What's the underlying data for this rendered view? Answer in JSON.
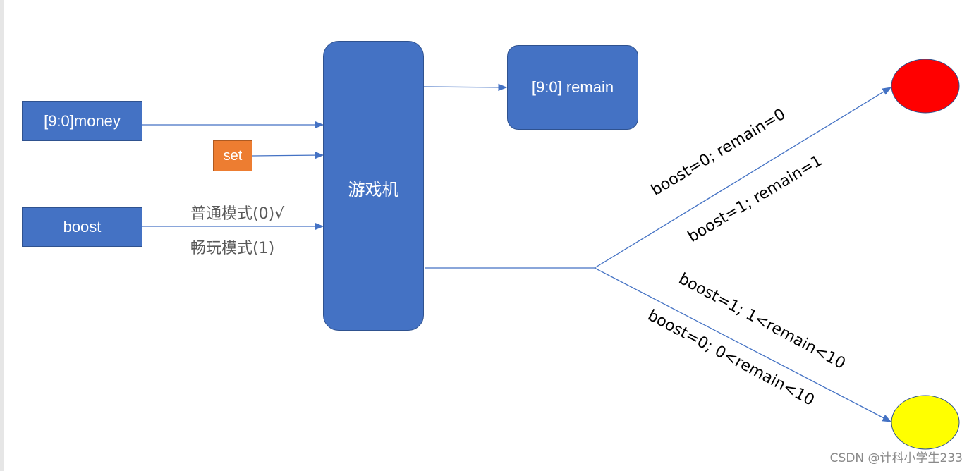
{
  "nodes": {
    "money": "[9:0]money",
    "set": "set",
    "boost": "boost",
    "machine": "游戏机",
    "remain": "[9:0] remain"
  },
  "mode_labels": {
    "normal": "普通模式(0)√",
    "unlimited": "畅玩模式(1)"
  },
  "edge_labels": {
    "red_1": "boost=0; remain=0",
    "red_2": "boost=1; remain=1",
    "yellow_1": "boost=1; 1<remain<10",
    "yellow_2": "boost=0; 0<remain<10"
  },
  "colors": {
    "node_blue": "#4472c4",
    "set_orange": "#ed7d31",
    "red_state": "#ff0000",
    "yellow_state": "#ffff00",
    "line": "#4472c4"
  },
  "watermark": "CSDN @计科小学生233"
}
